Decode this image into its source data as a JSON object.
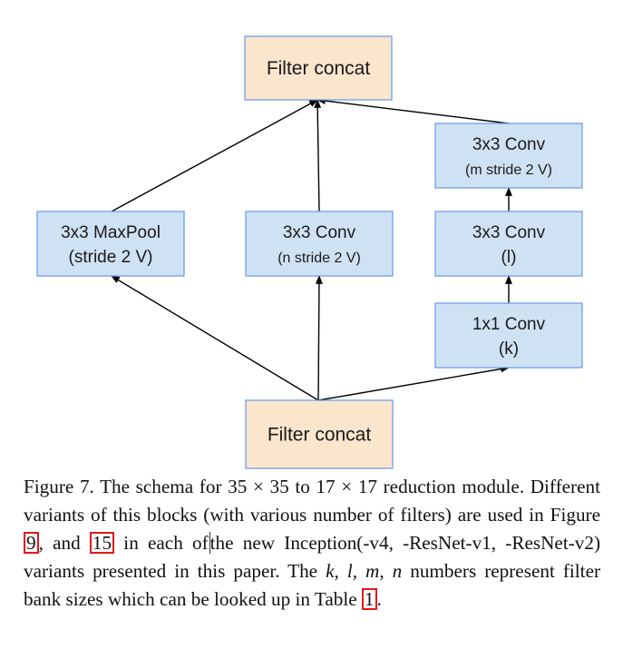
{
  "figure": {
    "nodes": [
      {
        "id": "top-concat",
        "lines": [
          "Filter concat"
        ],
        "type": "concat"
      },
      {
        "id": "maxpool",
        "lines": [
          "3x3 MaxPool",
          "(stride 2 V)"
        ],
        "type": "op"
      },
      {
        "id": "conv-n",
        "lines": [
          "3x3 Conv",
          "(n stride 2 V)"
        ],
        "type": "op"
      },
      {
        "id": "conv-m",
        "lines": [
          "3x3 Conv",
          "(m stride 2 V)"
        ],
        "type": "op"
      },
      {
        "id": "conv-l",
        "lines": [
          "3x3 Conv",
          "(l)"
        ],
        "type": "op"
      },
      {
        "id": "conv-k",
        "lines": [
          "1x1 Conv",
          "(k)"
        ],
        "type": "op"
      },
      {
        "id": "bottom-concat",
        "lines": [
          "Filter concat"
        ],
        "type": "concat"
      }
    ],
    "edges": [
      {
        "from": "bottom-concat",
        "to": "maxpool"
      },
      {
        "from": "bottom-concat",
        "to": "conv-n"
      },
      {
        "from": "bottom-concat",
        "to": "conv-k"
      },
      {
        "from": "conv-k",
        "to": "conv-l"
      },
      {
        "from": "conv-l",
        "to": "conv-m"
      },
      {
        "from": "maxpool",
        "to": "top-concat"
      },
      {
        "from": "conv-n",
        "to": "top-concat"
      },
      {
        "from": "conv-m",
        "to": "top-concat"
      }
    ],
    "colors": {
      "concat_fill": "#fce5cd",
      "op_fill": "#cfe2f3",
      "box_border": "#6d9eeb",
      "ref_box": "#e4161b"
    }
  },
  "caption": {
    "p1": "Figure 7. The schema for 35 × 35 to 17 × 17 reduction module. Different variants of this blocks (with various number of filters) are used in Figure ",
    "ref1": "9",
    "p2": ", and ",
    "ref2": "15",
    "p3": " in each of",
    "p4": "the new Inception(-v4, -ResNet-v1, -ResNet-v2) variants presented in this paper. The ",
    "var_k": "k",
    "sep1": ", ",
    "var_l": "l",
    "sep2": ", ",
    "var_m": "m",
    "sep3": ", ",
    "var_n": "n",
    "p5": " numbers represent filter bank sizes which can be looked up in Table ",
    "ref3": "1",
    "p6": "."
  }
}
